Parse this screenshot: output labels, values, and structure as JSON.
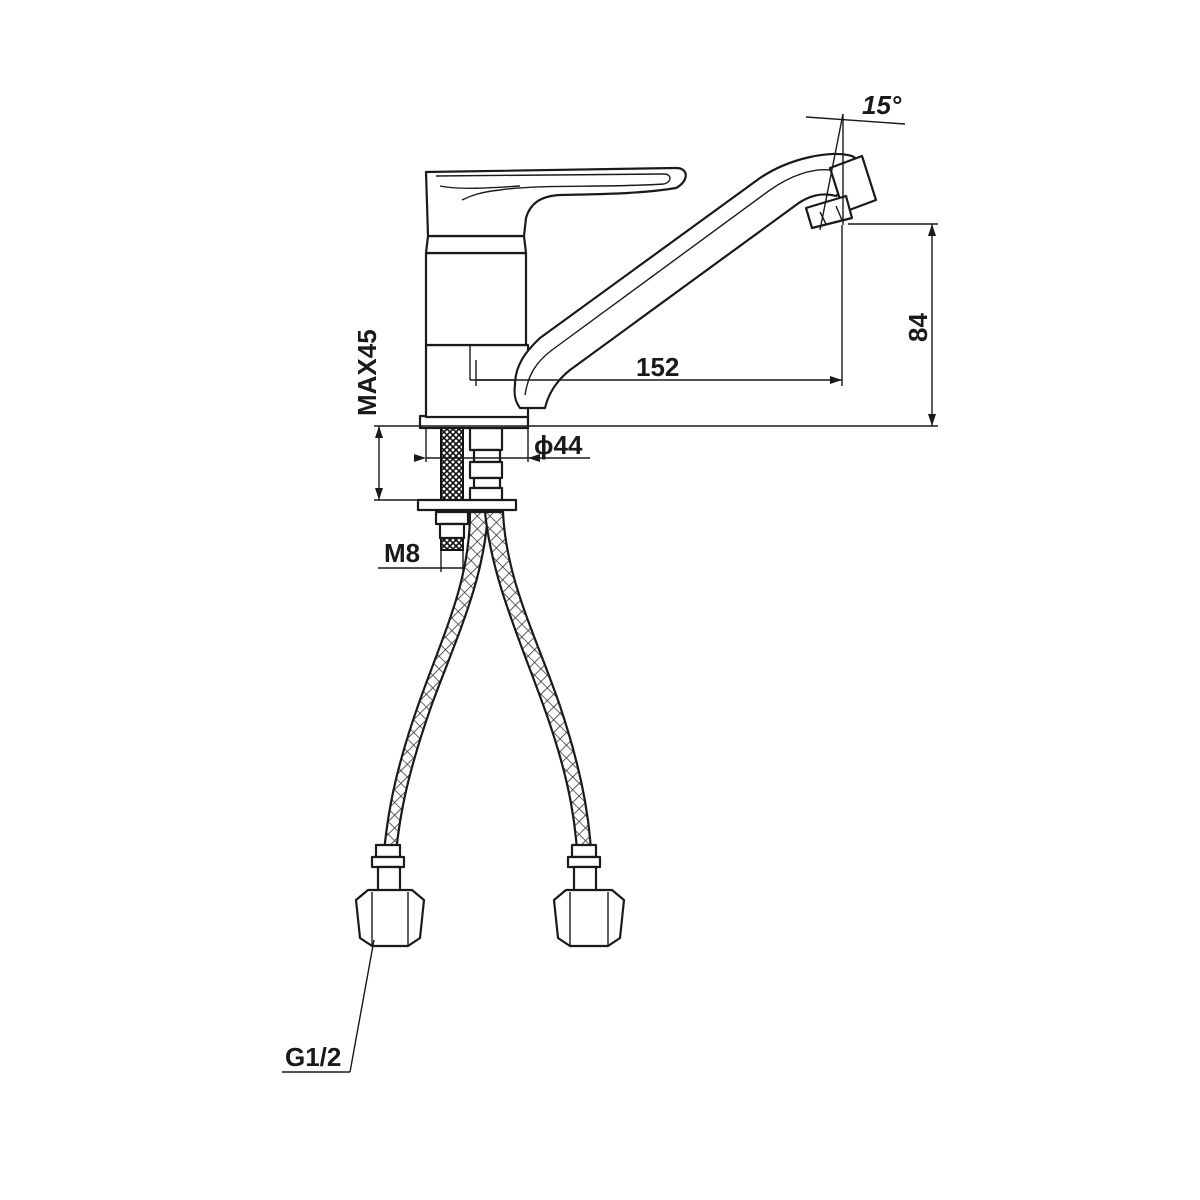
{
  "drawing": {
    "title": "",
    "dimensions": {
      "angle": "15°",
      "height": "84",
      "reach": "152",
      "deck_thickness": "MAX45",
      "base_diameter": "ϕ44",
      "stud_thread": "M8",
      "hose_thread": "G1/2"
    },
    "parts": [
      "faucet-body",
      "lever-handle",
      "spout",
      "aerator",
      "mounting-stud",
      "inlet-hose-left",
      "inlet-hose-right",
      "hose-nut-left",
      "hose-nut-right"
    ]
  }
}
